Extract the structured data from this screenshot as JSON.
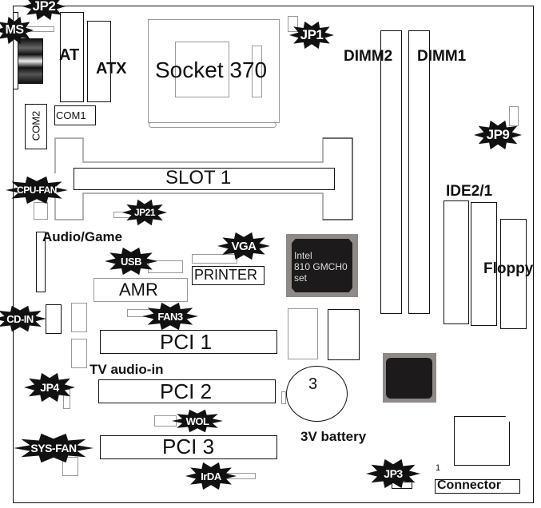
{
  "diagram": {
    "title": "Motherboard component layout",
    "cpu_socket": "Socket 370",
    "slot1": "SLOT 1",
    "power": {
      "at": "AT",
      "atx": "ATX"
    },
    "serial": {
      "com1": "COM1",
      "com2": "COM2"
    },
    "memory": {
      "dimm2": "DIMM2",
      "dimm1": "DIMM1"
    },
    "storage": {
      "ide": "IDE2/1",
      "floppy": "Floppy"
    },
    "audio_game": "Audio/Game",
    "printer": "PRINTER",
    "amr": "AMR",
    "pci": [
      "PCI 1",
      "PCI 2",
      "PCI 3"
    ],
    "tv_audio_in": "TV audio-in",
    "chipset": {
      "line1": "Intel",
      "line2": "810 GMCH0",
      "line3": "set"
    },
    "battery": {
      "number": "3",
      "label": "3V battery"
    },
    "connector": {
      "pin": "1",
      "label": "Connector"
    },
    "badges": {
      "jp2": "JP2",
      "ms": "MS",
      "jp1": "JP1",
      "jp9": "JP9",
      "cpu_fan": "CPU-FAN",
      "jp21": "JP21",
      "usb": "USB",
      "vga": "VGA",
      "cd_in": "CD-IN",
      "fan3": "FAN3",
      "jp4": "JP4",
      "wol": "WOL",
      "sys_fan": "SYS-FAN",
      "irda": "IrDA",
      "jp3": "JP3"
    },
    "colors": {
      "badge": "#111111",
      "chip_outer": "#8f8a87",
      "chip_inner": "#1c1a1a",
      "outline": "#111111",
      "outline_gray": "#999999"
    }
  }
}
